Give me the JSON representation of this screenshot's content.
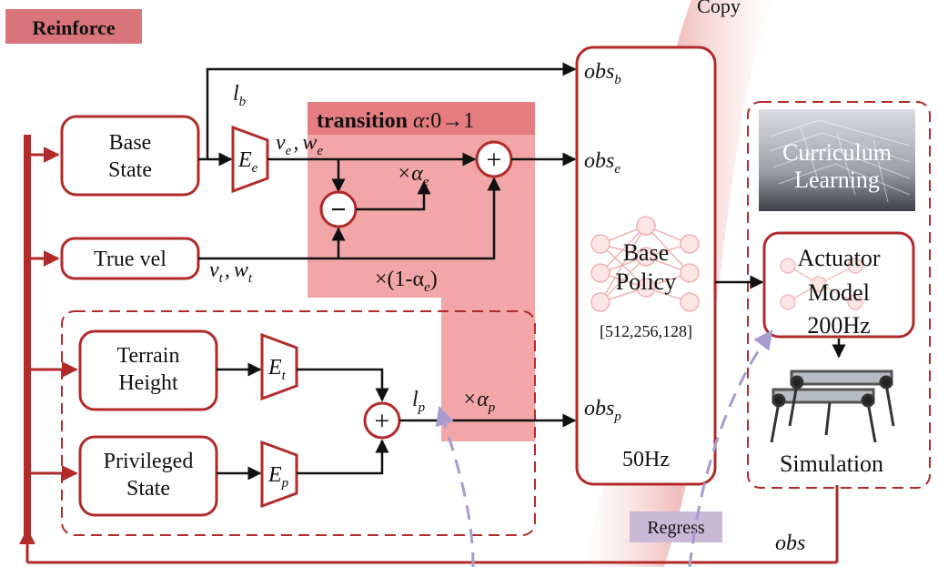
{
  "header": {
    "reinforce": "Reinforce",
    "copy": "Copy"
  },
  "blocks": {
    "base_state": {
      "line1": "Base",
      "line2": "State"
    },
    "true_vel": "True vel",
    "terrain_height": {
      "line1": "Terrain",
      "line2": "Height"
    },
    "privileged_state": {
      "line1": "Privileged",
      "line2": "State"
    },
    "curriculum": {
      "line1": "Curriculum",
      "line2": "Learning"
    },
    "actuator": {
      "line1": "Actuator",
      "line2": "Model",
      "line3": "200Hz"
    },
    "simulation": "Simulation",
    "base_policy": {
      "line1": "Base",
      "line2": "Policy",
      "dims": "[512,256,128]",
      "rate": "50Hz"
    }
  },
  "encoders": {
    "e": "E",
    "e_sub": "e",
    "t": "E",
    "t_sub": "t",
    "p": "E",
    "p_sub": "p"
  },
  "transition": {
    "bold": "transition",
    "alpha": "α",
    "rest": ":0→1"
  },
  "signals": {
    "l_b": "l",
    "l_b_sub": "b",
    "v_e": "v",
    "v_e_sub": "e",
    "w_e": "w",
    "w_e_sub": "e",
    "v_t": "v",
    "v_t_sub": "t",
    "w_t": "w",
    "w_t_sub": "t",
    "times_alpha_e": "×α",
    "times_alpha_e_sub": "e",
    "one_minus_alpha": "×(1-α",
    "one_minus_alpha_sub": "e",
    "one_minus_alpha_end": ")",
    "l_p": "l",
    "l_p_sub": "p",
    "times_alpha_p": "×α",
    "times_alpha_p_sub": "p"
  },
  "obs": {
    "b": "obs",
    "b_sub": "b",
    "e": "obs",
    "e_sub": "e",
    "p": "obs",
    "p_sub": "p",
    "feedback": "obs"
  },
  "ops": {
    "plus": "+",
    "minus": "−"
  },
  "regress": "Regress",
  "colors": {
    "accent_red": "#b22a2a",
    "reinforce_bg": "#d9757a",
    "transition_bg": "#f2a6a8",
    "transition_header": "#e47c80",
    "regress_bg": "#c9b8d6",
    "dashed_purple": "#a79bd0"
  }
}
